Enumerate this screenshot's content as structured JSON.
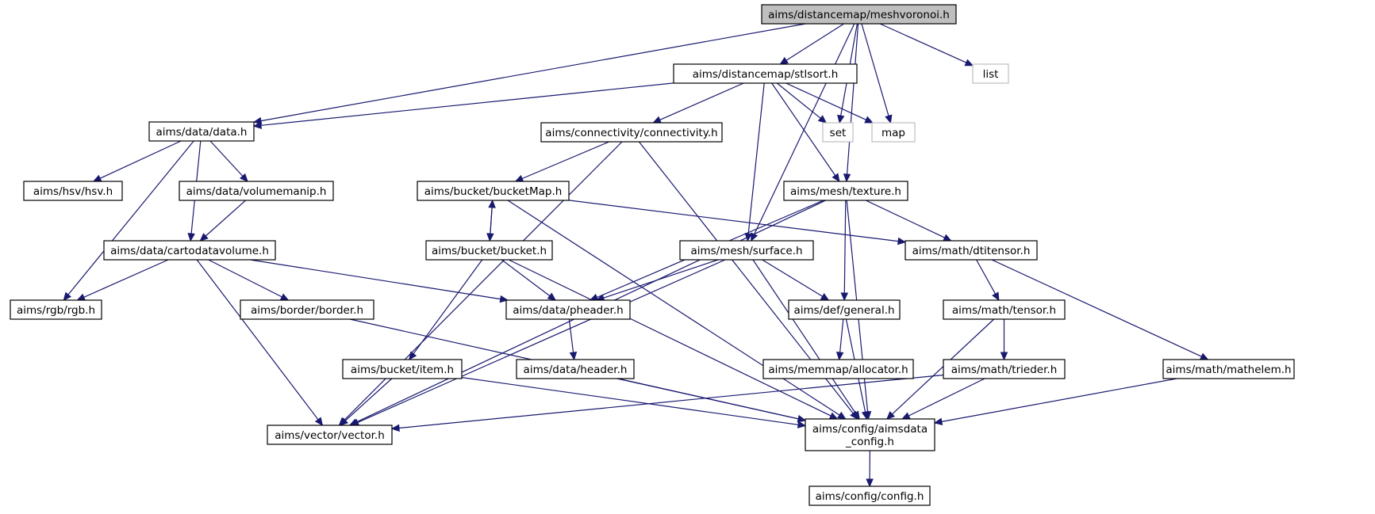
{
  "diagram": {
    "type": "include-dependency-graph",
    "colors": {
      "edge": "#191970",
      "root_fill": "#bfbfbf",
      "node_fill": "#ffffff",
      "node_border": "#000000",
      "external_border": "#bfbfbf"
    },
    "nodes": [
      {
        "id": "root",
        "lines": [
          "aims/distancemap/meshvoronoi.h"
        ],
        "kind": "root"
      },
      {
        "id": "stlsort",
        "lines": [
          "aims/distancemap/stlsort.h"
        ],
        "kind": "file"
      },
      {
        "id": "list",
        "lines": [
          "list"
        ],
        "kind": "external"
      },
      {
        "id": "datah",
        "lines": [
          "aims/data/data.h"
        ],
        "kind": "file"
      },
      {
        "id": "connectivity",
        "lines": [
          "aims/connectivity/connectivity.h"
        ],
        "kind": "file"
      },
      {
        "id": "set",
        "lines": [
          "set"
        ],
        "kind": "external"
      },
      {
        "id": "map",
        "lines": [
          "map"
        ],
        "kind": "external"
      },
      {
        "id": "hsv",
        "lines": [
          "aims/hsv/hsv.h"
        ],
        "kind": "file"
      },
      {
        "id": "volumemanip",
        "lines": [
          "aims/data/volumemanip.h"
        ],
        "kind": "file"
      },
      {
        "id": "bucketmap",
        "lines": [
          "aims/bucket/bucketMap.h"
        ],
        "kind": "file"
      },
      {
        "id": "texture",
        "lines": [
          "aims/mesh/texture.h"
        ],
        "kind": "file"
      },
      {
        "id": "cartodata",
        "lines": [
          "aims/data/cartodatavolume.h"
        ],
        "kind": "file"
      },
      {
        "id": "bucket",
        "lines": [
          "aims/bucket/bucket.h"
        ],
        "kind": "file"
      },
      {
        "id": "surface",
        "lines": [
          "aims/mesh/surface.h"
        ],
        "kind": "file"
      },
      {
        "id": "dtitensor",
        "lines": [
          "aims/math/dtitensor.h"
        ],
        "kind": "file"
      },
      {
        "id": "rgb",
        "lines": [
          "aims/rgb/rgb.h"
        ],
        "kind": "file"
      },
      {
        "id": "border",
        "lines": [
          "aims/border/border.h"
        ],
        "kind": "file"
      },
      {
        "id": "pheader",
        "lines": [
          "aims/data/pheader.h"
        ],
        "kind": "file"
      },
      {
        "id": "general",
        "lines": [
          "aims/def/general.h"
        ],
        "kind": "file"
      },
      {
        "id": "tensor",
        "lines": [
          "aims/math/tensor.h"
        ],
        "kind": "file"
      },
      {
        "id": "item",
        "lines": [
          "aims/bucket/item.h"
        ],
        "kind": "file"
      },
      {
        "id": "header",
        "lines": [
          "aims/data/header.h"
        ],
        "kind": "file"
      },
      {
        "id": "allocator",
        "lines": [
          "aims/memmap/allocator.h"
        ],
        "kind": "file"
      },
      {
        "id": "trieder",
        "lines": [
          "aims/math/trieder.h"
        ],
        "kind": "file"
      },
      {
        "id": "mathelem",
        "lines": [
          "aims/math/mathelem.h"
        ],
        "kind": "file"
      },
      {
        "id": "vector",
        "lines": [
          "aims/vector/vector.h"
        ],
        "kind": "file"
      },
      {
        "id": "aimsdata",
        "lines": [
          "aims/config/aimsdata",
          "_config.h"
        ],
        "kind": "file"
      },
      {
        "id": "config",
        "lines": [
          "aims/config/config.h"
        ],
        "kind": "file"
      }
    ],
    "edges": [
      [
        "root",
        "stlsort"
      ],
      [
        "root",
        "list"
      ],
      [
        "root",
        "datah"
      ],
      [
        "root",
        "set"
      ],
      [
        "root",
        "map"
      ],
      [
        "root",
        "texture"
      ],
      [
        "root",
        "surface"
      ],
      [
        "stlsort",
        "datah"
      ],
      [
        "stlsort",
        "connectivity"
      ],
      [
        "stlsort",
        "set"
      ],
      [
        "stlsort",
        "map"
      ],
      [
        "stlsort",
        "texture"
      ],
      [
        "stlsort",
        "surface"
      ],
      [
        "datah",
        "hsv"
      ],
      [
        "datah",
        "volumemanip"
      ],
      [
        "datah",
        "cartodata"
      ],
      [
        "datah",
        "rgb"
      ],
      [
        "connectivity",
        "bucketmap"
      ],
      [
        "connectivity",
        "vector"
      ],
      [
        "connectivity",
        "aimsdata"
      ],
      [
        "volumemanip",
        "cartodata"
      ],
      [
        "bucketmap",
        "bucket"
      ],
      [
        "bucketmap",
        "dtitensor"
      ],
      [
        "bucketmap",
        "aimsdata"
      ],
      [
        "bucket",
        "bucketmap"
      ],
      [
        "bucket",
        "pheader"
      ],
      [
        "bucket",
        "item"
      ],
      [
        "bucket",
        "aimsdata"
      ],
      [
        "texture",
        "pheader"
      ],
      [
        "texture",
        "general"
      ],
      [
        "texture",
        "dtitensor"
      ],
      [
        "texture",
        "vector"
      ],
      [
        "texture",
        "aimsdata"
      ],
      [
        "cartodata",
        "rgb"
      ],
      [
        "cartodata",
        "border"
      ],
      [
        "cartodata",
        "pheader"
      ],
      [
        "cartodata",
        "vector"
      ],
      [
        "surface",
        "pheader"
      ],
      [
        "surface",
        "general"
      ],
      [
        "surface",
        "vector"
      ],
      [
        "surface",
        "aimsdata"
      ],
      [
        "dtitensor",
        "tensor"
      ],
      [
        "dtitensor",
        "mathelem"
      ],
      [
        "border",
        "aimsdata"
      ],
      [
        "pheader",
        "header"
      ],
      [
        "general",
        "allocator"
      ],
      [
        "general",
        "aimsdata"
      ],
      [
        "tensor",
        "trieder"
      ],
      [
        "tensor",
        "aimsdata"
      ],
      [
        "item",
        "vector"
      ],
      [
        "item",
        "aimsdata"
      ],
      [
        "header",
        "aimsdata"
      ],
      [
        "trieder",
        "vector"
      ],
      [
        "trieder",
        "aimsdata"
      ],
      [
        "mathelem",
        "aimsdata"
      ],
      [
        "aimsdata",
        "config"
      ]
    ]
  }
}
